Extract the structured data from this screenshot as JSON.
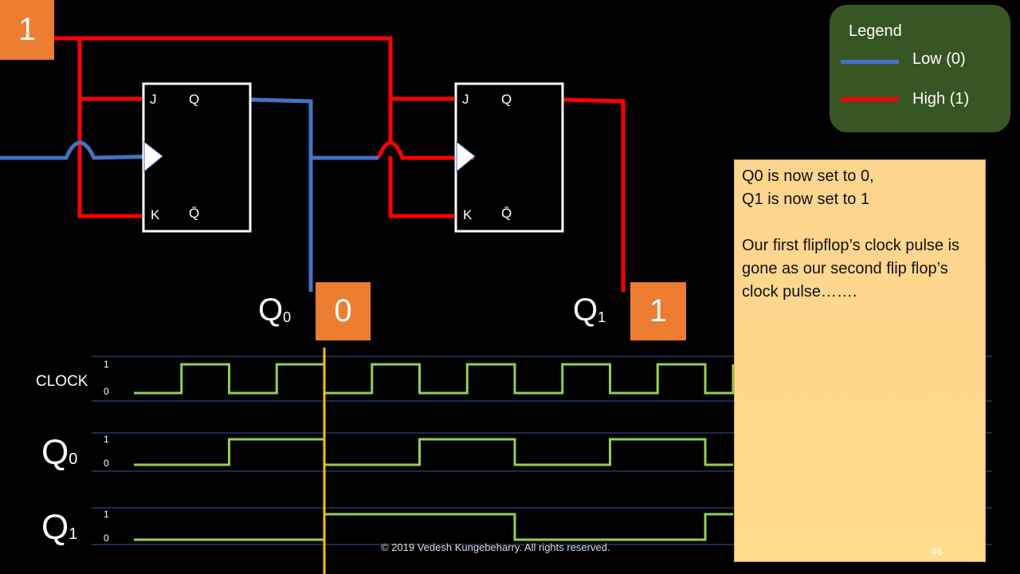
{
  "input_value": "1",
  "flipflop1": {
    "j": "J",
    "k": "K",
    "q": "Q",
    "qbar": "Q̄"
  },
  "flipflop2": {
    "j": "J",
    "k": "K",
    "q": "Q",
    "qbar": "Q̄"
  },
  "outputs": [
    {
      "label": "Q",
      "sub": "0",
      "value": "0"
    },
    {
      "label": "Q",
      "sub": "1",
      "value": "1"
    }
  ],
  "legend": {
    "title": "Legend",
    "items": [
      {
        "label": "Low (0)",
        "color": "#4472C4"
      },
      {
        "label": "High (1)",
        "color": "#FF0000"
      }
    ]
  },
  "note": {
    "line1": "Q0 is now set to 0,",
    "line2": "Q1 is now set to 1",
    "para2": "Our first flipflop’s clock pulse is gone as our second flip flop’s clock pulse……."
  },
  "timing": {
    "signals": [
      {
        "name": "CLOCK",
        "sub": "",
        "levels": [
          0,
          1,
          0,
          1,
          0,
          1,
          0,
          1,
          0,
          1,
          0,
          1,
          0,
          1
        ]
      },
      {
        "name": "Q",
        "sub": "0",
        "levels": [
          0,
          0,
          1,
          1,
          0,
          0,
          1,
          1,
          0,
          0,
          1,
          1,
          0
        ]
      },
      {
        "name": "Q",
        "sub": "1",
        "levels": [
          0,
          0,
          0,
          0,
          1,
          1,
          1,
          1,
          0,
          0,
          0,
          0,
          1
        ]
      }
    ],
    "high_label": "1",
    "low_label": "0",
    "cursor_step": 4,
    "wave_color": "#92D050",
    "cursor_color": "#FFC000"
  },
  "footer": {
    "copyright": "© 2019  Vedesh Kungebeharry.  All rights reserved.",
    "page_number": "46"
  }
}
